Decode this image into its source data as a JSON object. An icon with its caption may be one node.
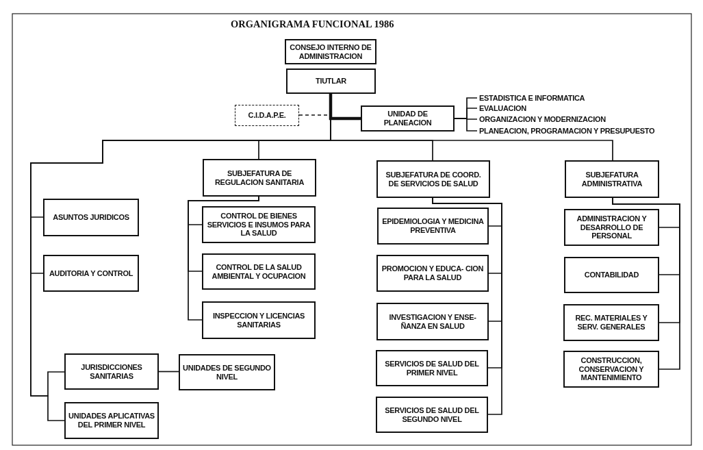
{
  "diagram": {
    "title": "ORGANIGRAMA FUNCIONAL 1986",
    "nodes": [
      {
        "text": [
          "CONSEJO INTERNO DE ADMINISTRACION"
        ]
      },
      {
        "text": [
          "TIUTLAR"
        ]
      },
      {
        "text": [
          "C.I.D.A.P.E."
        ]
      },
      {
        "text": [
          "UNIDAD DE PLANEACION"
        ]
      },
      {
        "text": [
          "ESTADISTICA E INFORMATICA"
        ]
      },
      {
        "text": [
          "EVALUACION"
        ]
      },
      {
        "text": [
          "ORGANIZACION Y MODERNIZACION"
        ]
      },
      {
        "text": [
          "PLANEACION, PROGRAMACION Y PRESUPUESTO"
        ]
      },
      {
        "text": [
          "ASUNTOS JURIDICOS"
        ]
      },
      {
        "text": [
          "AUDITORIA Y CONTROL"
        ]
      },
      {
        "text": [
          "SUBJEFATURA DE REGULACION SANITARIA"
        ]
      },
      {
        "text": [
          "CONTROL DE BIENES SERVICIOS E INSUMOS PARA LA SALUD"
        ]
      },
      {
        "text": [
          "CONTROL DE LA SALUD AMBIENTAL Y OCUPACION"
        ]
      },
      {
        "text": [
          "INSPECCION Y LICENCIAS SANITARIAS"
        ]
      },
      {
        "text": [
          "SUBJEFATURA DE COORD. DE SERVICIOS DE SALUD"
        ]
      },
      {
        "text": [
          "EPIDEMIOLOGIA Y MEDICINA PREVENTIVA"
        ]
      },
      {
        "text": [
          "PROMOCION Y EDUCA- CION PARA LA SALUD"
        ]
      },
      {
        "text": [
          "INVESTIGACION Y ENSE- ÑANZA EN SALUD"
        ]
      },
      {
        "text": [
          "SERVICIOS DE SALUD DEL PRIMER NIVEL"
        ]
      },
      {
        "text": [
          "SERVICIOS DE SALUD DEL SEGUNDO NIVEL"
        ]
      },
      {
        "text": [
          "SUBJEFATURA ADMINISTRATIVA"
        ]
      },
      {
        "text": [
          "ADMINISTRACION Y DESARROLLO DE PERSONAL"
        ]
      },
      {
        "text": [
          "CONTABILIDAD"
        ]
      },
      {
        "text": [
          "REC. MATERIALES Y SERV. GENERALES"
        ]
      },
      {
        "text": [
          "CONSTRUCCION, CONSERVACION Y MANTENIMIENTO"
        ]
      },
      {
        "text": [
          "JURISDICCIONES SANITARIAS"
        ]
      },
      {
        "text": [
          "UNIDADES DE SEGUNDO NIVEL"
        ]
      },
      {
        "text": [
          "UNIDADES APLICATIVAS DEL PRIMER NIVEL"
        ]
      }
    ],
    "edges": [
      {
        "from": 1,
        "to": 2,
        "arrow": "none",
        "style": "dashed"
      },
      {
        "from": 1,
        "to": 3,
        "arrow": "none",
        "style": "thick"
      },
      {
        "from": 3,
        "to": 4,
        "arrow": "none"
      },
      {
        "from": 3,
        "to": 5,
        "arrow": "none"
      },
      {
        "from": 3,
        "to": 6,
        "arrow": "none"
      },
      {
        "from": 3,
        "to": 7,
        "arrow": "none"
      },
      {
        "from": 1,
        "to": 8,
        "arrow": "none"
      },
      {
        "from": 1,
        "to": 9,
        "arrow": "none"
      },
      {
        "from": 1,
        "to": 25,
        "arrow": "none"
      },
      {
        "from": 1,
        "to": 27,
        "arrow": "none"
      },
      {
        "from": 1,
        "to": 10,
        "arrow": "none"
      },
      {
        "from": 1,
        "to": 14,
        "arrow": "none"
      },
      {
        "from": 1,
        "to": 20,
        "arrow": "none"
      },
      {
        "from": 10,
        "to": 11,
        "arrow": "none"
      },
      {
        "from": 10,
        "to": 12,
        "arrow": "none"
      },
      {
        "from": 10,
        "to": 13,
        "arrow": "none"
      },
      {
        "from": 14,
        "to": 15,
        "arrow": "none"
      },
      {
        "from": 14,
        "to": 16,
        "arrow": "none"
      },
      {
        "from": 14,
        "to": 17,
        "arrow": "none"
      },
      {
        "from": 14,
        "to": 18,
        "arrow": "none"
      },
      {
        "from": 14,
        "to": 19,
        "arrow": "none"
      },
      {
        "from": 20,
        "to": 21,
        "arrow": "none"
      },
      {
        "from": 20,
        "to": 22,
        "arrow": "none"
      },
      {
        "from": 20,
        "to": 23,
        "arrow": "none"
      },
      {
        "from": 20,
        "to": 24,
        "arrow": "none"
      },
      {
        "from": 25,
        "to": 26,
        "arrow": "none"
      }
    ]
  }
}
